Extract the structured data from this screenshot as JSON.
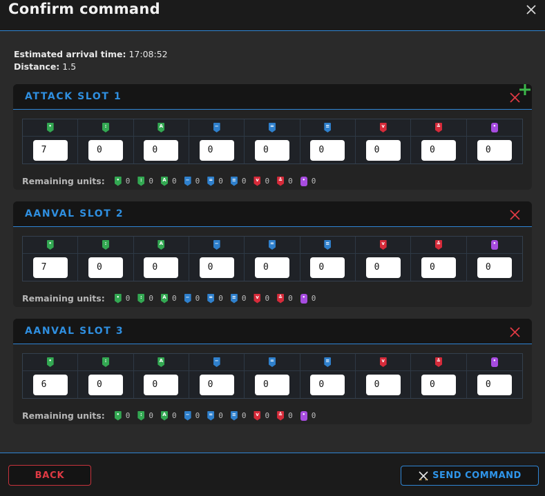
{
  "dialog": {
    "title": "Confirm command",
    "close_icon": "close-icon"
  },
  "info": {
    "arrival_label": "Estimated arrival time:",
    "arrival_value": "17:08:52",
    "distance_label": "Distance:",
    "distance_value": "1.5"
  },
  "unit_types": [
    {
      "icon": "unit-green-1-icon",
      "color": "#33a852",
      "glyph": "•"
    },
    {
      "icon": "unit-green-2-icon",
      "color": "#33a852",
      "glyph": ":"
    },
    {
      "icon": "unit-green-3-icon",
      "color": "#33a852",
      "glyph": "A"
    },
    {
      "icon": "unit-blue-1-icon",
      "color": "#2f80cc",
      "glyph": "−"
    },
    {
      "icon": "unit-blue-2-icon",
      "color": "#2f80cc",
      "glyph": "="
    },
    {
      "icon": "unit-blue-3-icon",
      "color": "#2f80cc",
      "glyph": "≡"
    },
    {
      "icon": "unit-red-1-icon",
      "color": "#d62b3a",
      "glyph": "v"
    },
    {
      "icon": "unit-red-2-icon",
      "color": "#d62b3a",
      "glyph": "≚"
    },
    {
      "icon": "unit-purple-1-icon",
      "color": "#a74ce0",
      "glyph": "•"
    }
  ],
  "slots": [
    {
      "title": "ATTACK SLOT 1",
      "values": [
        "7",
        "0",
        "0",
        "0",
        "0",
        "0",
        "0",
        "0",
        "0"
      ],
      "remaining_label": "Remaining units:",
      "remaining": [
        "0",
        "0",
        "0",
        "0",
        "0",
        "0",
        "0",
        "0",
        "0"
      ]
    },
    {
      "title": "AANVAL SLOT 2",
      "values": [
        "7",
        "0",
        "0",
        "0",
        "0",
        "0",
        "0",
        "0",
        "0"
      ],
      "remaining_label": "Remaining units:",
      "remaining": [
        "0",
        "0",
        "0",
        "0",
        "0",
        "0",
        "0",
        "0",
        "0"
      ]
    },
    {
      "title": "AANVAL SLOT 3",
      "values": [
        "6",
        "0",
        "0",
        "0",
        "0",
        "0",
        "0",
        "0",
        "0"
      ],
      "remaining_label": "Remaining units:",
      "remaining": [
        "0",
        "0",
        "0",
        "0",
        "0",
        "0",
        "0",
        "0",
        "0"
      ]
    }
  ],
  "footer": {
    "back_label": "BACK",
    "send_label": "SEND COMMAND"
  },
  "colors": {
    "accent_blue": "#2f86d6",
    "danger_red": "#e03a44",
    "add_green": "#3cb84a"
  }
}
